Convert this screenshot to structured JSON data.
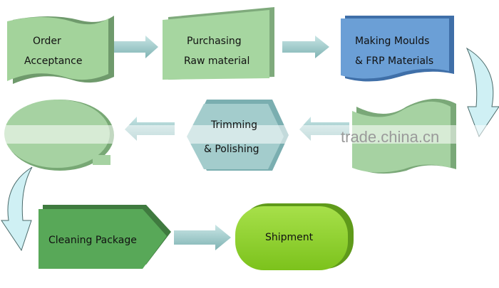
{
  "steps": {
    "order": [
      "Order",
      "Acceptance"
    ],
    "purchasing": [
      "Purchasing",
      "Raw material"
    ],
    "moulds": [
      "Making  Moulds",
      "& FRP  Materials"
    ],
    "trimming": [
      "Trimming",
      "& Polishing"
    ],
    "cleaning": "Cleaning Package",
    "shipment": "Shipment"
  },
  "watermark": "trade.china.cn",
  "colors": {
    "green": "#9dc99a",
    "blue": "#5e93cf",
    "teal": "#9cc6c6",
    "lime": "#8fd42a",
    "arrow": "#9fd0d0"
  }
}
